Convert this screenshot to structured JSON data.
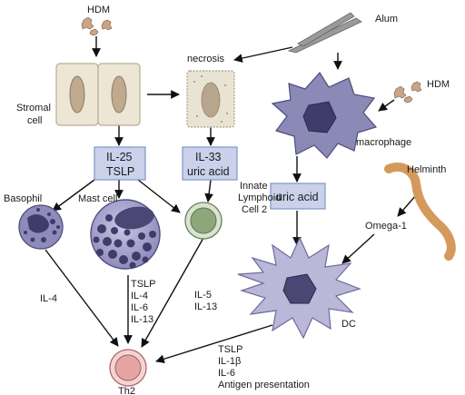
{
  "labels": {
    "hdm_top": "HDM",
    "alum": "Alum",
    "necrosis": "necrosis",
    "hdm_right": "HDM",
    "stromal_1": "Stromal",
    "stromal_2": "cell",
    "macrophage": "macrophage",
    "helminth": "Helminth",
    "basophil": "Basophil",
    "mast_cell": "Mast cell",
    "ilc2_1": "Innate",
    "ilc2_2": "Lymphoid",
    "ilc2_3": "Cell 2",
    "omega1": "Omega-1",
    "dc": "DC",
    "th2": "Th2"
  },
  "boxes": {
    "il25_1": "IL-25",
    "il25_2": "TSLP",
    "il33_1": "IL-33",
    "il33_2": "uric acid",
    "uric": "uric acid"
  },
  "cytokines": {
    "basophil": [
      "IL-4"
    ],
    "mast": [
      "TSLP",
      "IL-4",
      "IL-6",
      "IL-13"
    ],
    "ilc2": [
      "IL-5",
      "IL-13"
    ],
    "dc": [
      "TSLP",
      "IL-1β",
      "IL-6",
      "Antigen presentation"
    ]
  },
  "colors": {
    "stromal_fill": "#ede6d4",
    "nucleus": "#bfa98f",
    "purple_cell": "#8b89b5",
    "purple_dark": "#3f3c6b",
    "box_fill": "#c9d2ea",
    "box_stroke": "#8294c4",
    "ilc_fill": "#8ea77a",
    "th2_fill": "#e5a5a2",
    "helminth": "#d49a5c"
  }
}
